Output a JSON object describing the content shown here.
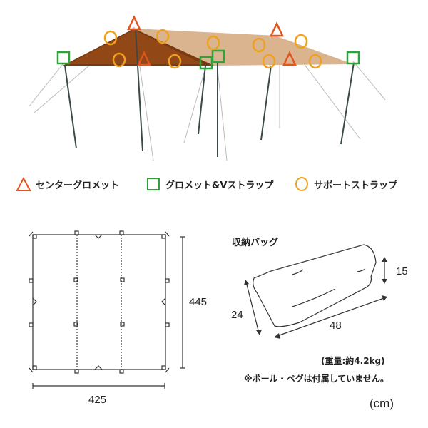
{
  "colors": {
    "center_grommet": "#E2561C",
    "grommet_v_strap": "#2EA33A",
    "support_strap": "#F0A020",
    "tarp_dark": "#7A3A10",
    "tarp_light": "#D9B48E",
    "line": "#333333"
  },
  "legend": [
    {
      "icon": "triangle-icon",
      "label": "センターグロメット"
    },
    {
      "icon": "square-icon",
      "label": "グロメット&Vストラップ"
    },
    {
      "icon": "circle-icon",
      "label": "サポートストラップ"
    }
  ],
  "tarp_plan": {
    "width_label": "425",
    "height_label": "445"
  },
  "bag": {
    "title": "収納バッグ",
    "length_label": "48",
    "diameter_label": "24",
    "depth_label": "15"
  },
  "notes": {
    "weight": "(重量:約4.2kg)",
    "disclaimer": "※ポール・ペグは付属していません。",
    "unit": "(cm)"
  }
}
